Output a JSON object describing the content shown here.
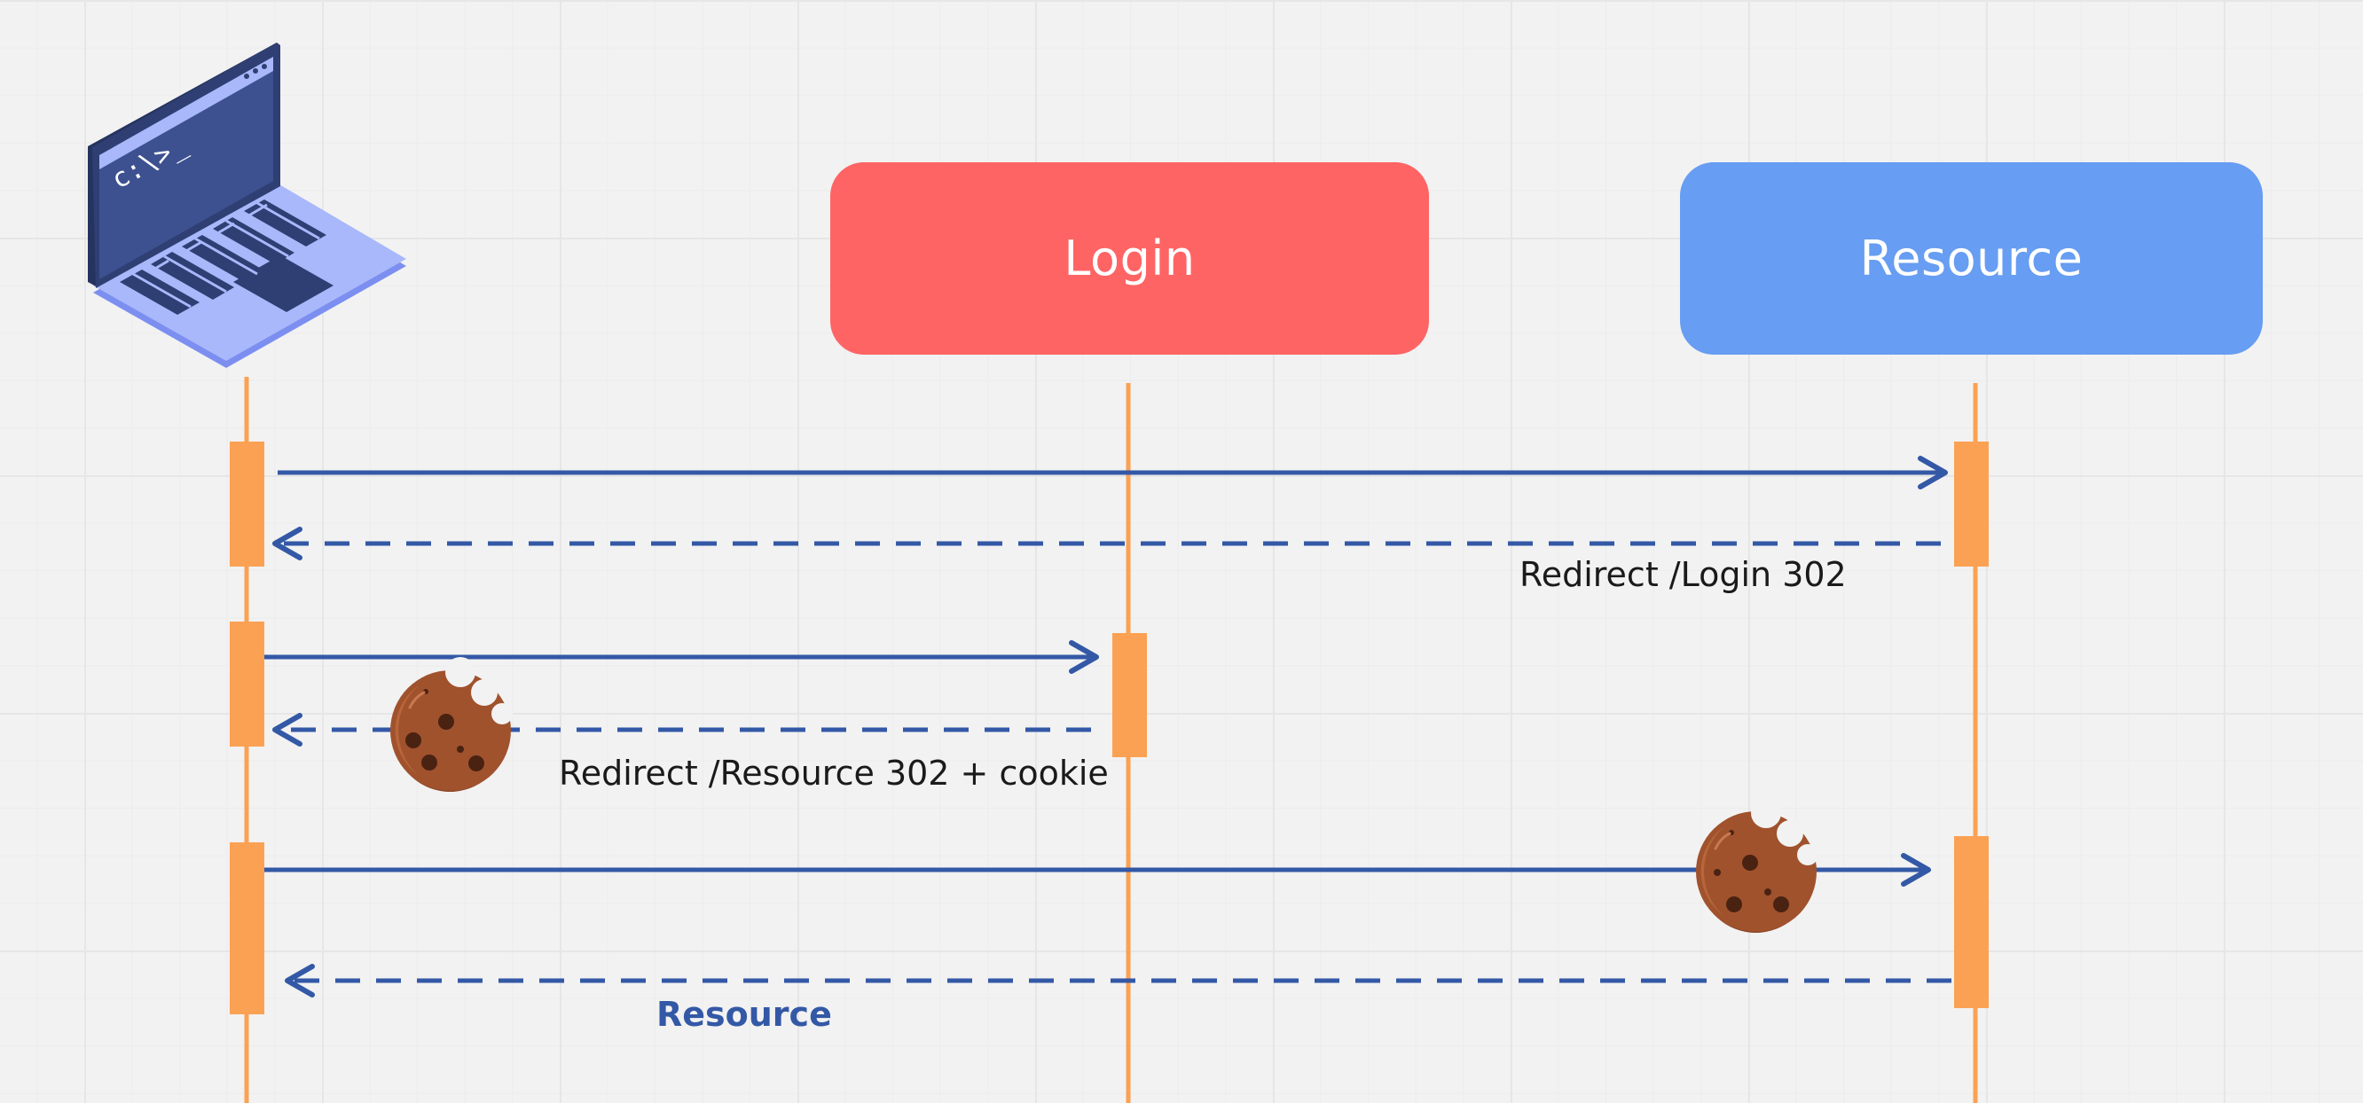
{
  "participants": {
    "client": {
      "icon": "laptop-icon",
      "screen_text": "c:\\>_"
    },
    "login": {
      "label": "Login",
      "color": "#ff6464"
    },
    "resource": {
      "label": "Resource",
      "color": "#679df2"
    }
  },
  "messages": [
    {
      "from": "client",
      "to": "resource",
      "style": "solid",
      "label": ""
    },
    {
      "from": "resource",
      "to": "client",
      "style": "dashed",
      "label": "Redirect /Login 302"
    },
    {
      "from": "client",
      "to": "login",
      "style": "solid",
      "label": ""
    },
    {
      "from": "login",
      "to": "client",
      "style": "dashed",
      "label": "Redirect /Resource 302 + cookie",
      "icon": "cookie-icon"
    },
    {
      "from": "client",
      "to": "resource",
      "style": "solid",
      "label": "",
      "icon": "cookie-icon"
    },
    {
      "from": "resource",
      "to": "client",
      "style": "dashed",
      "label": "Resource"
    }
  ],
  "colors": {
    "lifeline": "#fba153",
    "arrow": "#3358a6",
    "login": "#ff6464",
    "resource": "#679df2"
  }
}
